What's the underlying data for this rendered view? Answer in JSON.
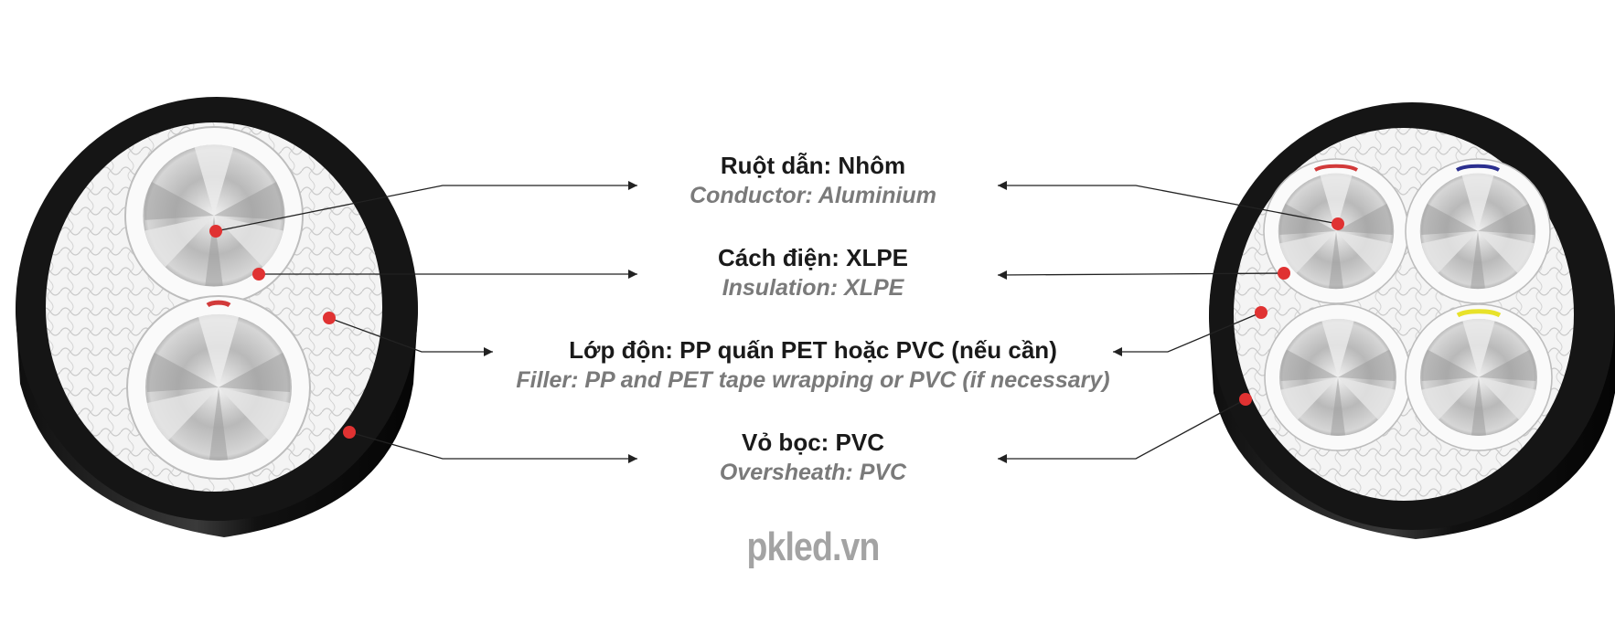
{
  "labels": [
    {
      "vi": "Ruột dẫn: Nhôm",
      "en": "Conductor: Aluminium"
    },
    {
      "vi": "Cách điện: XLPE",
      "en": "Insulation: XLPE"
    },
    {
      "vi": "Lớp độn: PP quấn PET hoặc PVC (nếu cần)",
      "en": "Filler: PP and PET tape wrapping or PVC (if necessary)"
    },
    {
      "vi": "Vỏ bọc: PVC",
      "en": "Oversheath: PVC"
    }
  ],
  "watermark": "pkled.vn",
  "colors": {
    "marker": "#e03232",
    "sheath": "#141414",
    "phase_red": "#d23a3a",
    "phase_blue": "#2b2f8f",
    "phase_yellow": "#e8e22a"
  }
}
